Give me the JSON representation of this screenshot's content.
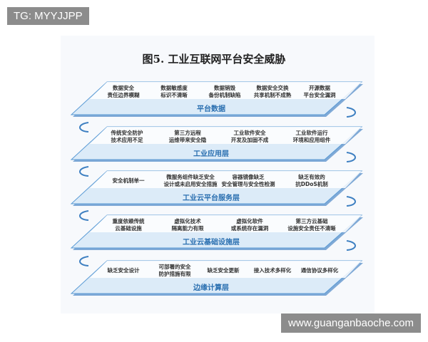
{
  "watermark_top": "TG: MYYJJPP",
  "watermark_bottom": "www.guanganbaoche.com",
  "title": "图5. 工业互联网平台安全威胁",
  "colors": {
    "layer_fill": "#dcebf8",
    "layer_top": "#ffffff",
    "layer_edge": "#5b9bd5",
    "label": "#2a6fb0"
  },
  "layers": [
    {
      "label": "平台数据",
      "items": [
        [
          "数据安全",
          "责任边界模糊"
        ],
        [
          "数据敏感度",
          "标识不清晰"
        ],
        [
          "数据销毁",
          "备份机制缺陷"
        ],
        [
          "数据安全交换",
          "共享机制不成熟"
        ],
        [
          "开源数据",
          "平台安全漏洞"
        ]
      ]
    },
    {
      "label": "工业应用层",
      "items": [
        [
          "传统安全防护",
          "技术应用不足"
        ],
        [
          "第三方远程",
          "运维带来安全隐"
        ],
        [
          "工业软件安全",
          "开发及加固不成"
        ],
        [
          "工业软件运行",
          "环境和应用组件"
        ]
      ]
    },
    {
      "label": "工业云平台服务层",
      "items": [
        [
          "安全机制单一"
        ],
        [
          "微服务组件缺乏安全",
          "设计或未启用安全措施"
        ],
        [
          "容器镜像缺乏",
          "安全管理与安全性检测"
        ],
        [
          "缺乏有效的",
          "抗DDoS机制"
        ]
      ]
    },
    {
      "label": "工业云基础设施层",
      "items": [
        [
          "重度依赖传统",
          "云基础设施"
        ],
        [
          "虚拟化技术",
          "隔离能力有限"
        ],
        [
          "虚拟化软件",
          "或系统存在漏洞"
        ],
        [
          "第三方云基础",
          "设施安全责任不清晰"
        ]
      ]
    },
    {
      "label": "边缘计算层",
      "items": [
        [
          "缺乏安全设计"
        ],
        [
          "可部署的安全",
          "防护措施有限"
        ],
        [
          "缺乏安全更新"
        ],
        [
          "接入技术多样化"
        ],
        [
          "通信协议多样化"
        ]
      ]
    }
  ]
}
